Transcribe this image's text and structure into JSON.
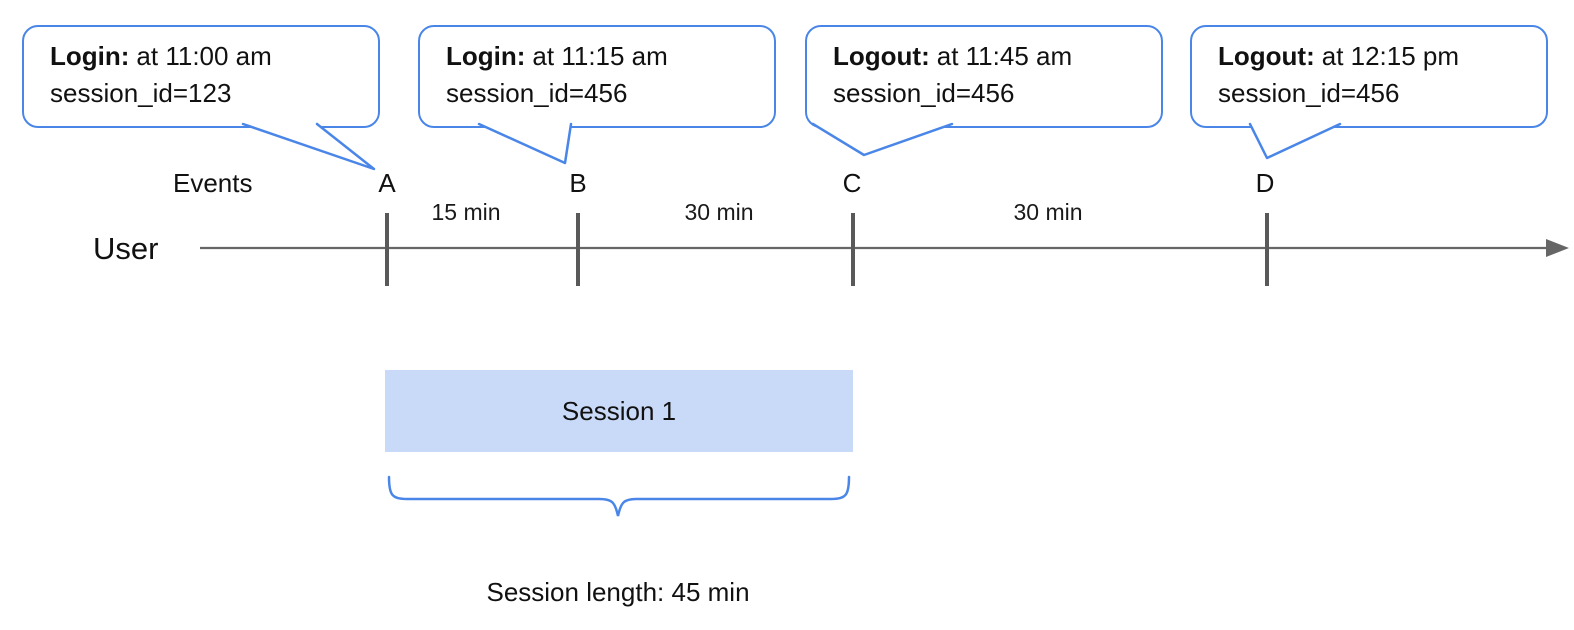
{
  "diagram_title": "user-session-timeline",
  "colors": {
    "accent_blue": "#4a86e8",
    "session_fill": "#c9daf8",
    "timeline_gray": "#666666",
    "tick_gray": "#595959"
  },
  "callouts": [
    {
      "event": "Login:",
      "time": "at 11:00 am",
      "session_id": "session_id=123"
    },
    {
      "event": "Login:",
      "time": "at 11:15 am",
      "session_id": "session_id=456"
    },
    {
      "event": "Logout:",
      "time": "at 11:45 am",
      "session_id": "session_id=456"
    },
    {
      "event": "Logout:",
      "time": "at 12:15 pm",
      "session_id": "session_id=456"
    }
  ],
  "axis": {
    "events_label": "Events",
    "user_label": "User"
  },
  "markers": [
    "A",
    "B",
    "C",
    "D"
  ],
  "intervals": [
    "15 min",
    "30 min",
    "30 min"
  ],
  "session": {
    "box_label": "Session 1",
    "length_label": "Session length: 45 min"
  }
}
